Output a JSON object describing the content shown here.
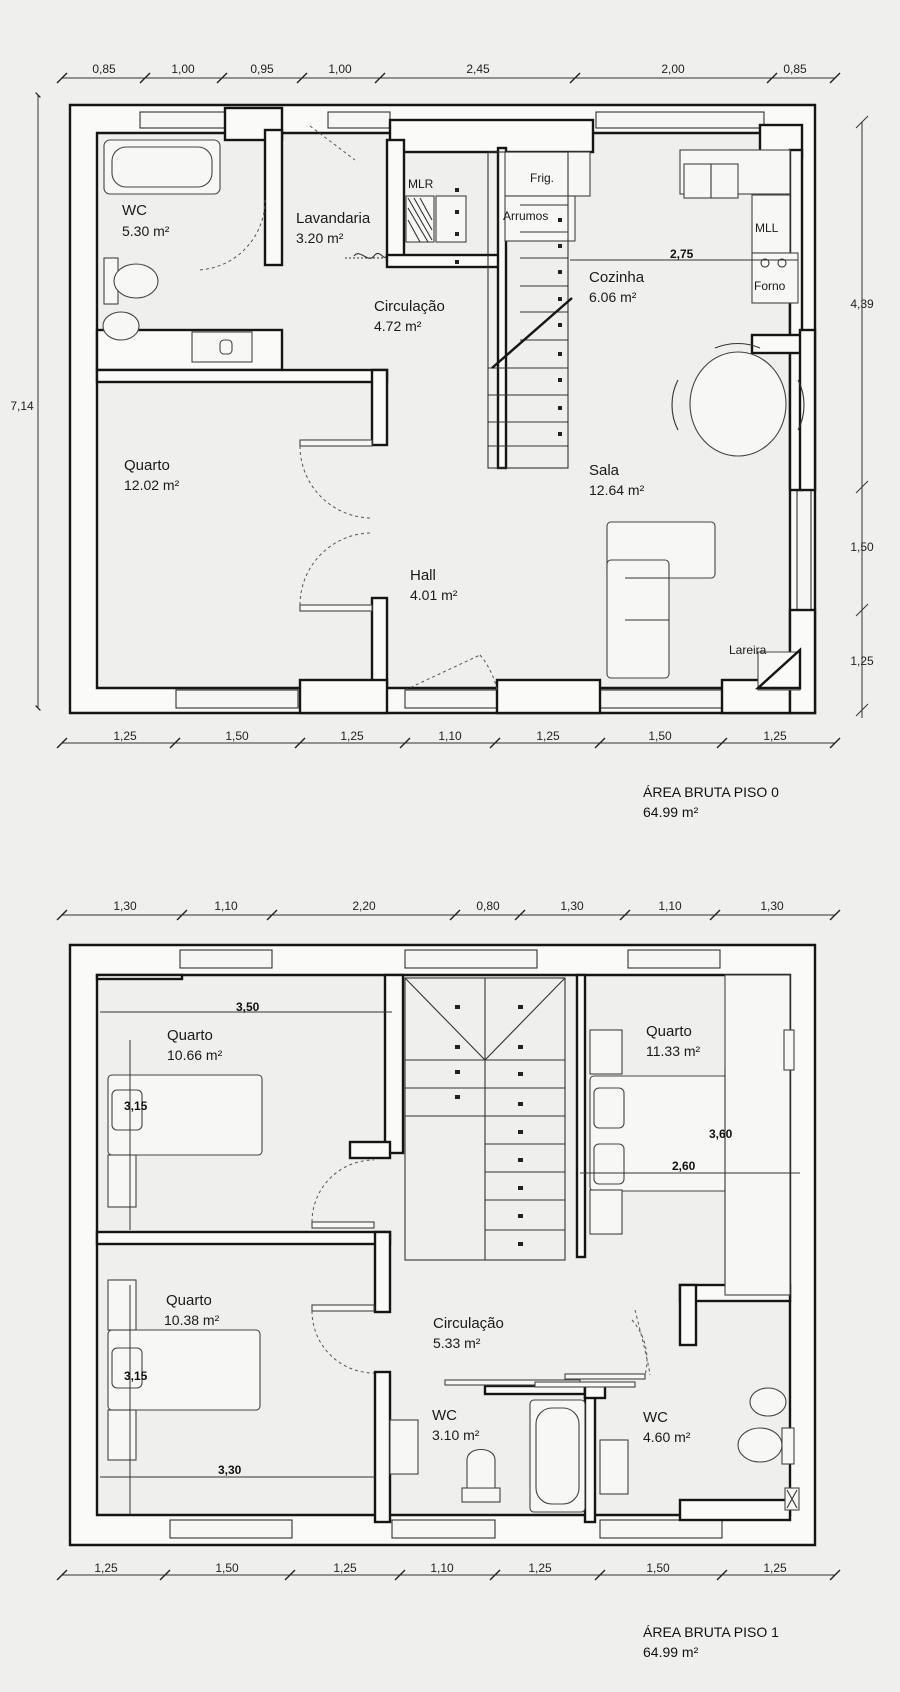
{
  "floors": [
    {
      "id": "piso0",
      "rooms": [
        {
          "name": "WC",
          "area": "5.30 m²"
        },
        {
          "name": "Lavandaria",
          "area": "3.20 m²"
        },
        {
          "name": "Circulação",
          "area": "4.72 m²"
        },
        {
          "name": "Cozinha",
          "area": "6.06 m²"
        },
        {
          "name": "Quarto",
          "area": "12.02 m²"
        },
        {
          "name": "Sala",
          "area": "12.64 m²"
        },
        {
          "name": "Hall",
          "area": "4.01 m²"
        }
      ],
      "fixtures": [
        "MLR",
        "Frig.",
        "Arrumos",
        "MLL",
        "Forno",
        "Lareira"
      ],
      "dims_top": [
        "0,85",
        "1,00",
        "0,95",
        "1,00",
        "2,45",
        "2,00",
        "0,85"
      ],
      "dims_bottom": [
        "1,25",
        "1,50",
        "1,25",
        "1,10",
        "1,25",
        "1,50",
        "1,25"
      ],
      "dims_left": [
        "7,14"
      ],
      "dims_right": [
        "4,39",
        "1,50",
        "1,25"
      ],
      "annotations": [
        "2,75"
      ],
      "summary_label": "ÁREA BRUTA PISO 0",
      "summary_area": "64.99 m²"
    },
    {
      "id": "piso1",
      "rooms": [
        {
          "name": "Quarto",
          "area": "10.66 m²"
        },
        {
          "name": "Quarto",
          "area": "11.33 m²"
        },
        {
          "name": "Quarto",
          "area": "10.38 m²"
        },
        {
          "name": "Circulação",
          "area": "5.33 m²"
        },
        {
          "name": "WC",
          "area": "3.10 m²"
        },
        {
          "name": "WC",
          "area": "4.60 m²"
        }
      ],
      "dims_top": [
        "1,30",
        "1,10",
        "2,20",
        "0,80",
        "1,30",
        "1,10",
        "1,30"
      ],
      "dims_bottom": [
        "1,25",
        "1,50",
        "1,25",
        "1,10",
        "1,25",
        "1,50",
        "1,25"
      ],
      "annotations": [
        "3,50",
        "3,15",
        "3,60",
        "2,60",
        "3,15",
        "3,30"
      ],
      "summary_label": "ÁREA BRUTA PISO 1",
      "summary_area": "64.99 m²"
    }
  ]
}
